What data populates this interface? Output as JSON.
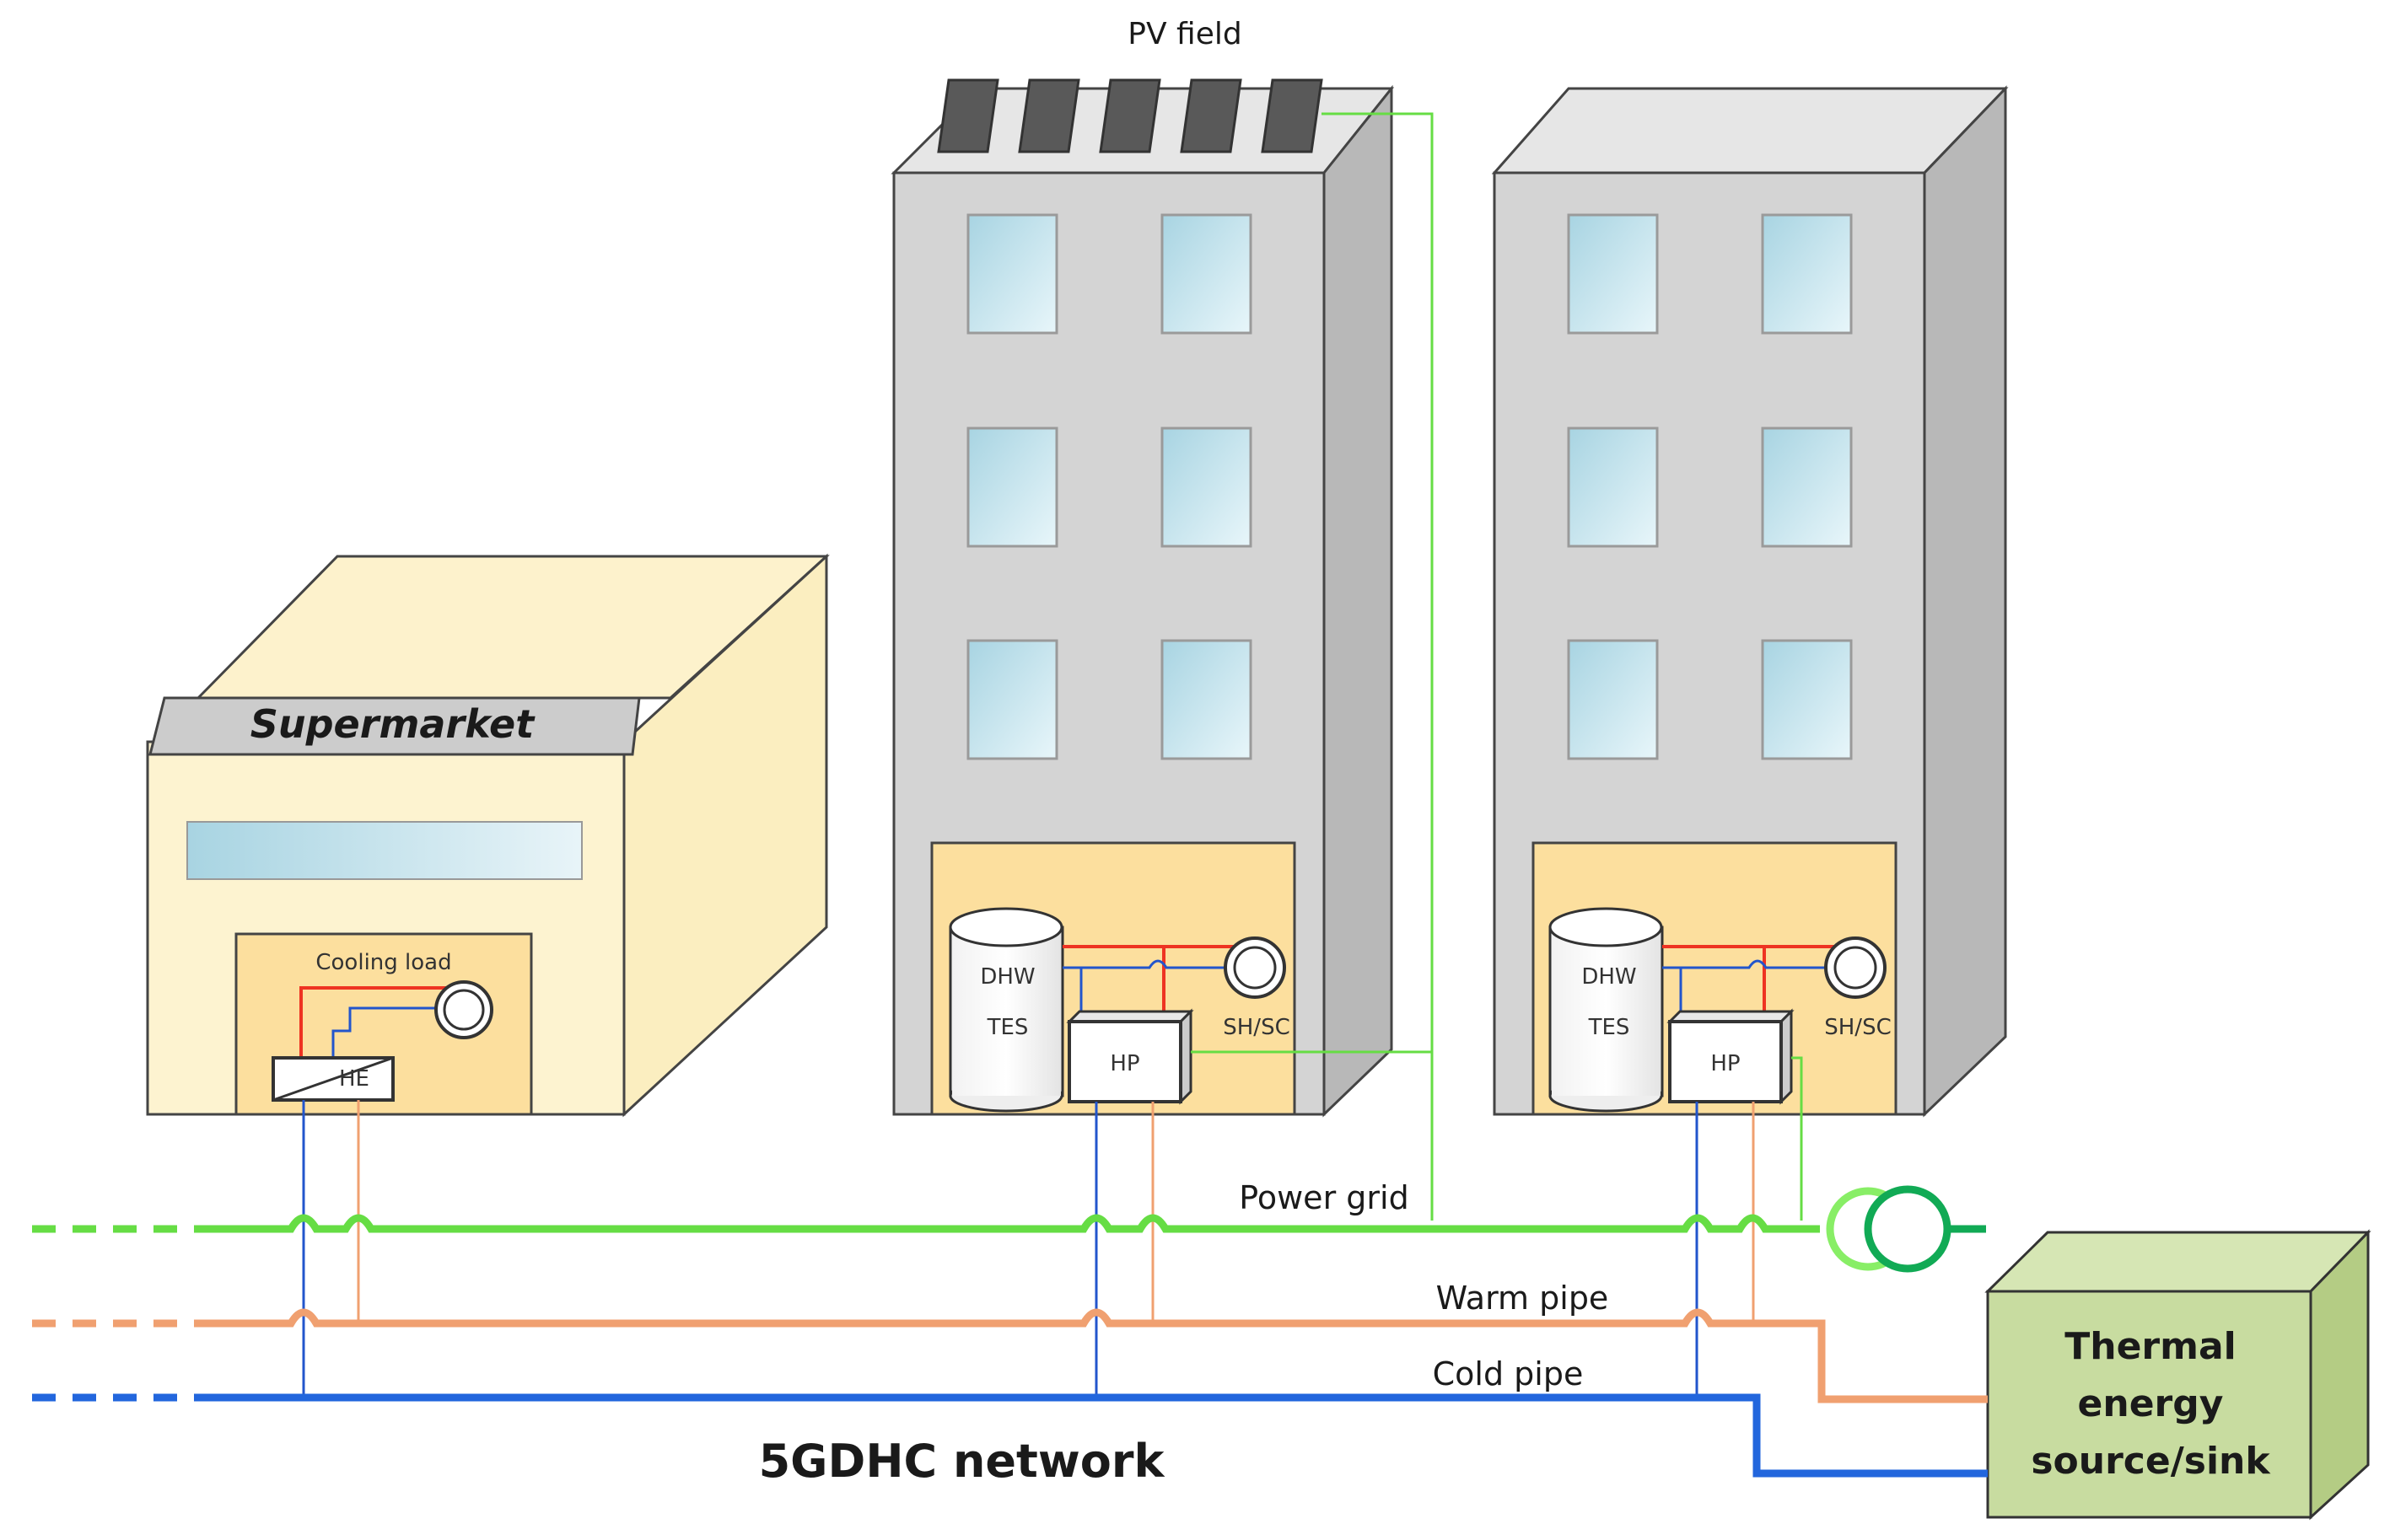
{
  "labels": {
    "pv_field": "PV field",
    "supermarket": "Supermarket",
    "cooling_load": "Cooling load",
    "he": "HE",
    "dhw": "DHW",
    "tes": "TES",
    "hp": "HP",
    "sh_sc": "SH/SC",
    "power_grid": "Power grid",
    "warm_pipe": "Warm pipe",
    "cold_pipe": "Cold pipe",
    "network": "5GDHC network",
    "thermal_line1": "Thermal",
    "thermal_line2": "energy",
    "thermal_line3": "source/sink"
  },
  "colors": {
    "power_grid": "#66dd44",
    "warm_pipe": "#f0a070",
    "cold_pipe": "#2266dd",
    "hot_line": "#ee3322",
    "building_front": "#d4d4d4",
    "building_side": "#b8b8b8",
    "window": "#bfe0ea",
    "plant_room": "#fcdf9e",
    "supermarket": "#fdf3d0",
    "thermal_box": "#c8dca0"
  }
}
